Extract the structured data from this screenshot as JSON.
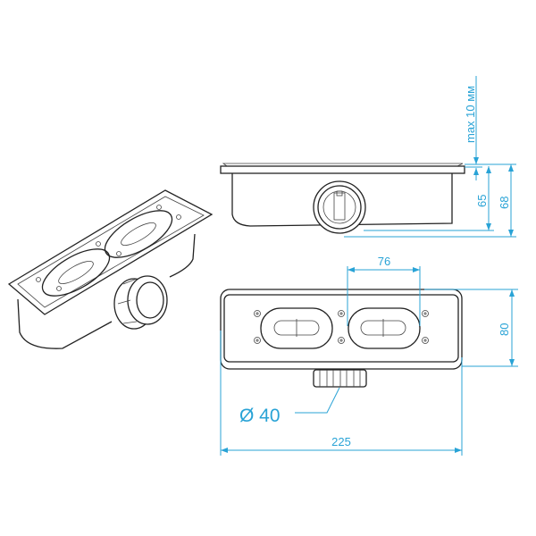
{
  "dimensions": {
    "max_offset": "max 10 мм",
    "height_inner": "65",
    "height_total": "68",
    "outlet_spacing": "76",
    "width": "80",
    "length": "225",
    "pipe_diameter": "Ø 40"
  },
  "colors": {
    "dimension_lines": "#29a3d6",
    "outline": "#222222"
  }
}
